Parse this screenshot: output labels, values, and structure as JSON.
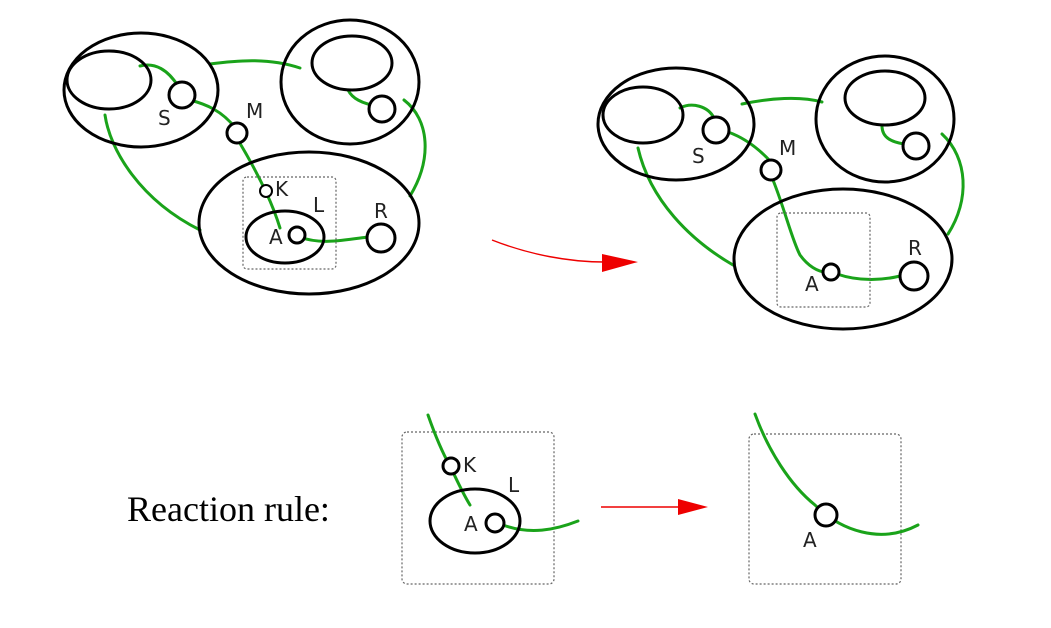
{
  "labels": {
    "S": "S",
    "M": "M",
    "K": "K",
    "L": "L",
    "A": "A",
    "R": "R"
  },
  "caption": "Reaction rule:",
  "colors": {
    "link": "#1aa31a",
    "arrow": "#ee0000",
    "outline": "#000000",
    "region": "#666666"
  }
}
